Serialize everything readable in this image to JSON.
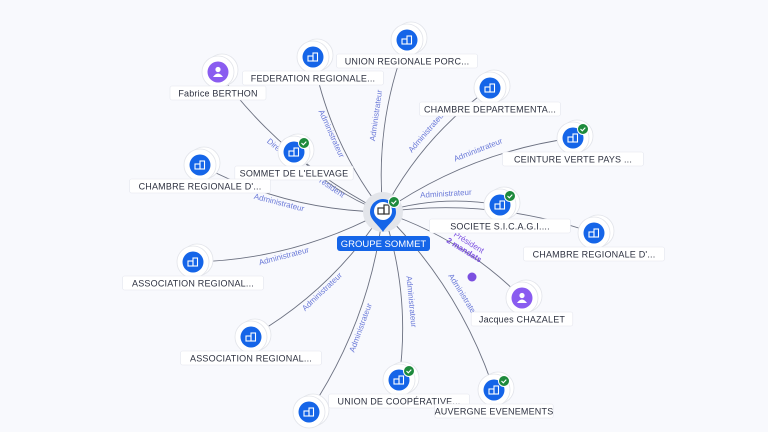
{
  "colors": {
    "company": "#1565e8",
    "person": "#8a5cf0",
    "check": "#1e8a3c",
    "edge_label": "#6b7ad8",
    "president": "#7b4fe0"
  },
  "center": {
    "label": "GROUPE SOMMET",
    "icon": "company-icon",
    "verified": true
  },
  "nodes": [
    {
      "label": "Fabrice BERTHON",
      "type": "person",
      "verified": false,
      "edge": "Directeur"
    },
    {
      "label": "FEDERATION REGIONALE...",
      "type": "company",
      "verified": false,
      "edge": "Administrateur"
    },
    {
      "label": "UNION REGIONALE PORC...",
      "type": "company",
      "verified": false,
      "edge": "Administrateur"
    },
    {
      "label": "CHAMBRE DEPARTEMENTA...",
      "type": "company",
      "verified": false,
      "edge": "Administrateur"
    },
    {
      "label": "CEINTURE VERTE PAYS ...",
      "type": "company",
      "verified": true,
      "edge": "Administrateur"
    },
    {
      "label": "SOMMET DE L'ELEVAGE",
      "type": "company",
      "verified": true,
      "edge": "Président"
    },
    {
      "label": "CHAMBRE REGIONALE D'...",
      "type": "company",
      "verified": false,
      "edge": "Administrateur"
    },
    {
      "label": "SOCIETE S.I.C.A.G.I....",
      "type": "company",
      "verified": true,
      "edge": "Administrateur"
    },
    {
      "label": "CHAMBRE REGIONALE D'...",
      "type": "company",
      "verified": false,
      "edge": ""
    },
    {
      "label": "ASSOCIATION REGIONAL...",
      "type": "company",
      "verified": false,
      "edge": "Administrateur"
    },
    {
      "label": "Jacques CHAZALET",
      "type": "person",
      "verified": false,
      "edge": "Président",
      "edge2": "2 mandats"
    },
    {
      "label": "ASSOCIATION REGIONAL...",
      "type": "company",
      "verified": false,
      "edge": "Administrateur"
    },
    {
      "label": "UNION DE COOPÉRATIVE...",
      "type": "company",
      "verified": true,
      "edge": "Administrateur"
    },
    {
      "label": "AUVERGNE EVENEMENTS",
      "type": "company",
      "verified": true,
      "edge": "Administrateur"
    },
    {
      "label": "",
      "type": "company",
      "verified": false,
      "edge": "Administrateur"
    }
  ]
}
